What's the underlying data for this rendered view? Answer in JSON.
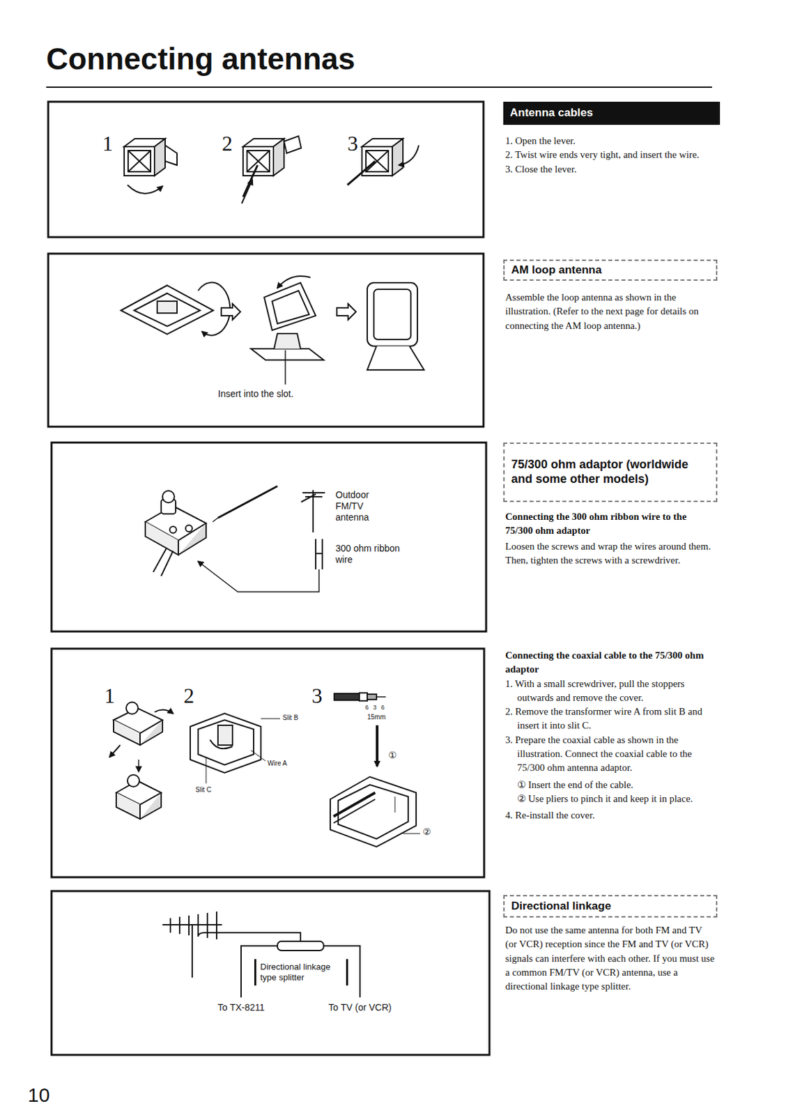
{
  "diagram": {
    "title": "Connecting antennas",
    "nodes": [
      {
        "text": [
          "Antenna cables"
        ]
      },
      {
        "text": [
          "AM loop antenna"
        ]
      },
      {
        "text": [
          "75/300 ohm adaptor (worldwide and some other models)"
        ]
      },
      {
        "text": [
          "Directional linkage"
        ]
      },
      {
        "text": [
          "Directional linkage type splitter"
        ]
      }
    ],
    "labels": [
      "1",
      "2",
      "3",
      "1. Open the lever.",
      "2. Twist wire ends very tight, and insert the wire.",
      "3. Close the lever.",
      "Insert into the slot.",
      "Assemble the loop antenna as shown in the illustration. (Refer to the next page for details on connecting the AM loop antenna.)",
      "Outdoor FM/TV antenna",
      "300 ohm ribbon wire",
      "Connecting the 300 ohm ribbon wire to the 75/300 ohm adaptor",
      "Loosen the screws and wrap the wires around them. Then, tighten the screws with a screwdriver.",
      "1",
      "2",
      "3",
      "Slit B",
      "Wire A",
      "Slit C",
      "6",
      "3",
      "6",
      "15mm",
      "①",
      "②",
      "Connecting the coaxial cable to the 75/300 ohm adaptor",
      "1. With a small screwdriver, pull the stoppers outwards and remove the cover.",
      "2. Remove the transformer wire A from slit B and insert it into slit C.",
      "3. Prepare the coaxial cable as shown in the illustration. Connect the coaxial cable to the 75/300 ohm antenna adaptor.",
      "① Insert the end of the cable.",
      "② Use pliers to pinch it and keep it in place.",
      "4. Re-install the cover.",
      "Do not use the same antenna for both FM and TV (or VCR) reception since the FM and TV (or VCR) signals can interfere with each other. If you must use a common FM/TV (or VCR) antenna, use a directional linkage type splitter.",
      "To TX-8211",
      "To TV (or VCR)",
      "10"
    ]
  }
}
